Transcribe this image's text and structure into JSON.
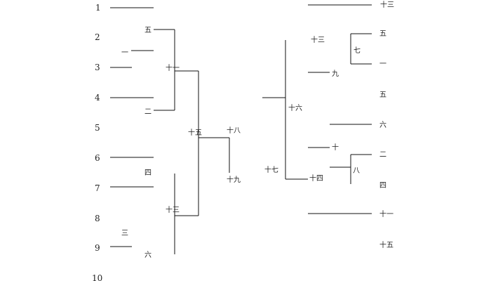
{
  "row_numbers": [
    "1",
    "2",
    "3",
    "4",
    "5",
    "6",
    "7",
    "8",
    "9",
    "10"
  ],
  "left_bracket": {
    "labels": {
      "go_a": "五",
      "ichi_a": "一",
      "juichi": "十一",
      "ni_a": "二",
      "jugo": "十五",
      "juhachi": "十八",
      "yon_a": "四",
      "junisan": "十三",
      "san_a": "三",
      "roku_a": "六",
      "jukyu": "十九"
    }
  },
  "right_bracket": {
    "labels": {
      "jusan_a": "十三",
      "jusan_b": "十三",
      "nana_a": "七",
      "go_b": "五",
      "ichi_b": "一",
      "kyu": "九",
      "go_c": "五",
      "juroku": "十六",
      "roku_b": "六",
      "juu": "十",
      "juyon": "十四",
      "hachi": "八",
      "ni_b": "二",
      "yon_b": "四",
      "junana": "十七",
      "juichi_b": "十一",
      "jugo_b": "十五"
    }
  }
}
